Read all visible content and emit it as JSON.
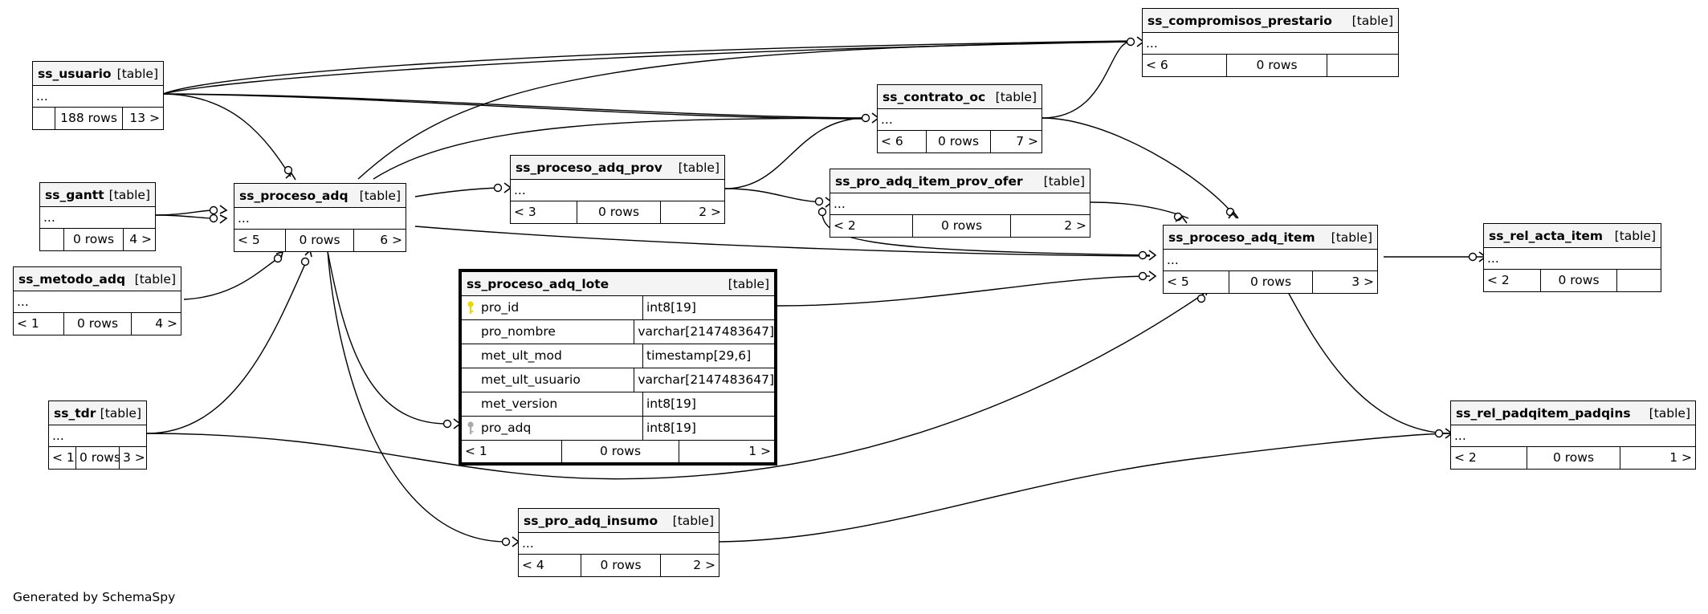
{
  "footer": "Generated by SchemaSpy",
  "tables": {
    "ss_compromisos_prestario": {
      "name": "ss_compromisos_prestario",
      "kind": "[table]",
      "body": "...",
      "foot": [
        "< 6",
        "0 rows",
        ""
      ]
    },
    "ss_usuario": {
      "name": "ss_usuario",
      "kind": "[table]",
      "body": "...",
      "foot": [
        "",
        "188 rows",
        "13 >"
      ]
    },
    "ss_contrato_oc": {
      "name": "ss_contrato_oc",
      "kind": "[table]",
      "body": "...",
      "foot": [
        "< 6",
        "0 rows",
        "7 >"
      ]
    },
    "ss_gantt": {
      "name": "ss_gantt",
      "kind": "[table]",
      "body": "...",
      "foot": [
        "",
        "0 rows",
        "4 >"
      ]
    },
    "ss_proceso_adq": {
      "name": "ss_proceso_adq",
      "kind": "[table]",
      "body": "...",
      "foot": [
        "< 5",
        "0 rows",
        "6 >"
      ]
    },
    "ss_proceso_adq_prov": {
      "name": "ss_proceso_adq_prov",
      "kind": "[table]",
      "body": "...",
      "foot": [
        "< 3",
        "0 rows",
        "2 >"
      ]
    },
    "ss_pro_adq_item_prov_ofer": {
      "name": "ss_pro_adq_item_prov_ofer",
      "kind": "[table]",
      "body": "...",
      "foot": [
        "< 2",
        "0 rows",
        "2 >"
      ]
    },
    "ss_proceso_adq_item": {
      "name": "ss_proceso_adq_item",
      "kind": "[table]",
      "body": "...",
      "foot": [
        "< 5",
        "0 rows",
        "3 >"
      ]
    },
    "ss_rel_acta_item": {
      "name": "ss_rel_acta_item",
      "kind": "[table]",
      "body": "...",
      "foot": [
        "< 2",
        "0 rows",
        ""
      ]
    },
    "ss_metodo_adq": {
      "name": "ss_metodo_adq",
      "kind": "[table]",
      "body": "...",
      "foot": [
        "< 1",
        "0 rows",
        "4 >"
      ]
    },
    "ss_tdr": {
      "name": "ss_tdr",
      "kind": "[table]",
      "body": "...",
      "foot": [
        "< 1",
        "0 rows",
        "3 >"
      ]
    },
    "ss_rel_padqitem_padqins": {
      "name": "ss_rel_padqitem_padqins",
      "kind": "[table]",
      "body": "...",
      "foot": [
        "< 2",
        "0 rows",
        "1 >"
      ]
    },
    "ss_pro_adq_insumo": {
      "name": "ss_pro_adq_insumo",
      "kind": "[table]",
      "body": "...",
      "foot": [
        "< 4",
        "0 rows",
        "2 >"
      ]
    },
    "ss_proceso_adq_lote": {
      "name": "ss_proceso_adq_lote",
      "kind": "[table]",
      "columns": [
        {
          "name": "pro_id",
          "type": "int8[19]",
          "key": "primary"
        },
        {
          "name": "pro_nombre",
          "type": "varchar[2147483647]",
          "key": ""
        },
        {
          "name": "met_ult_mod",
          "type": "timestamp[29,6]",
          "key": ""
        },
        {
          "name": "met_ult_usuario",
          "type": "varchar[2147483647]",
          "key": ""
        },
        {
          "name": "met_version",
          "type": "int8[19]",
          "key": ""
        },
        {
          "name": "pro_adq",
          "type": "int8[19]",
          "key": "foreign"
        }
      ],
      "foot": [
        "< 1",
        "0 rows",
        "1 >"
      ]
    }
  },
  "colors": {
    "primary_key": "#e8d800",
    "foreign_key": "#aaaaaa"
  }
}
